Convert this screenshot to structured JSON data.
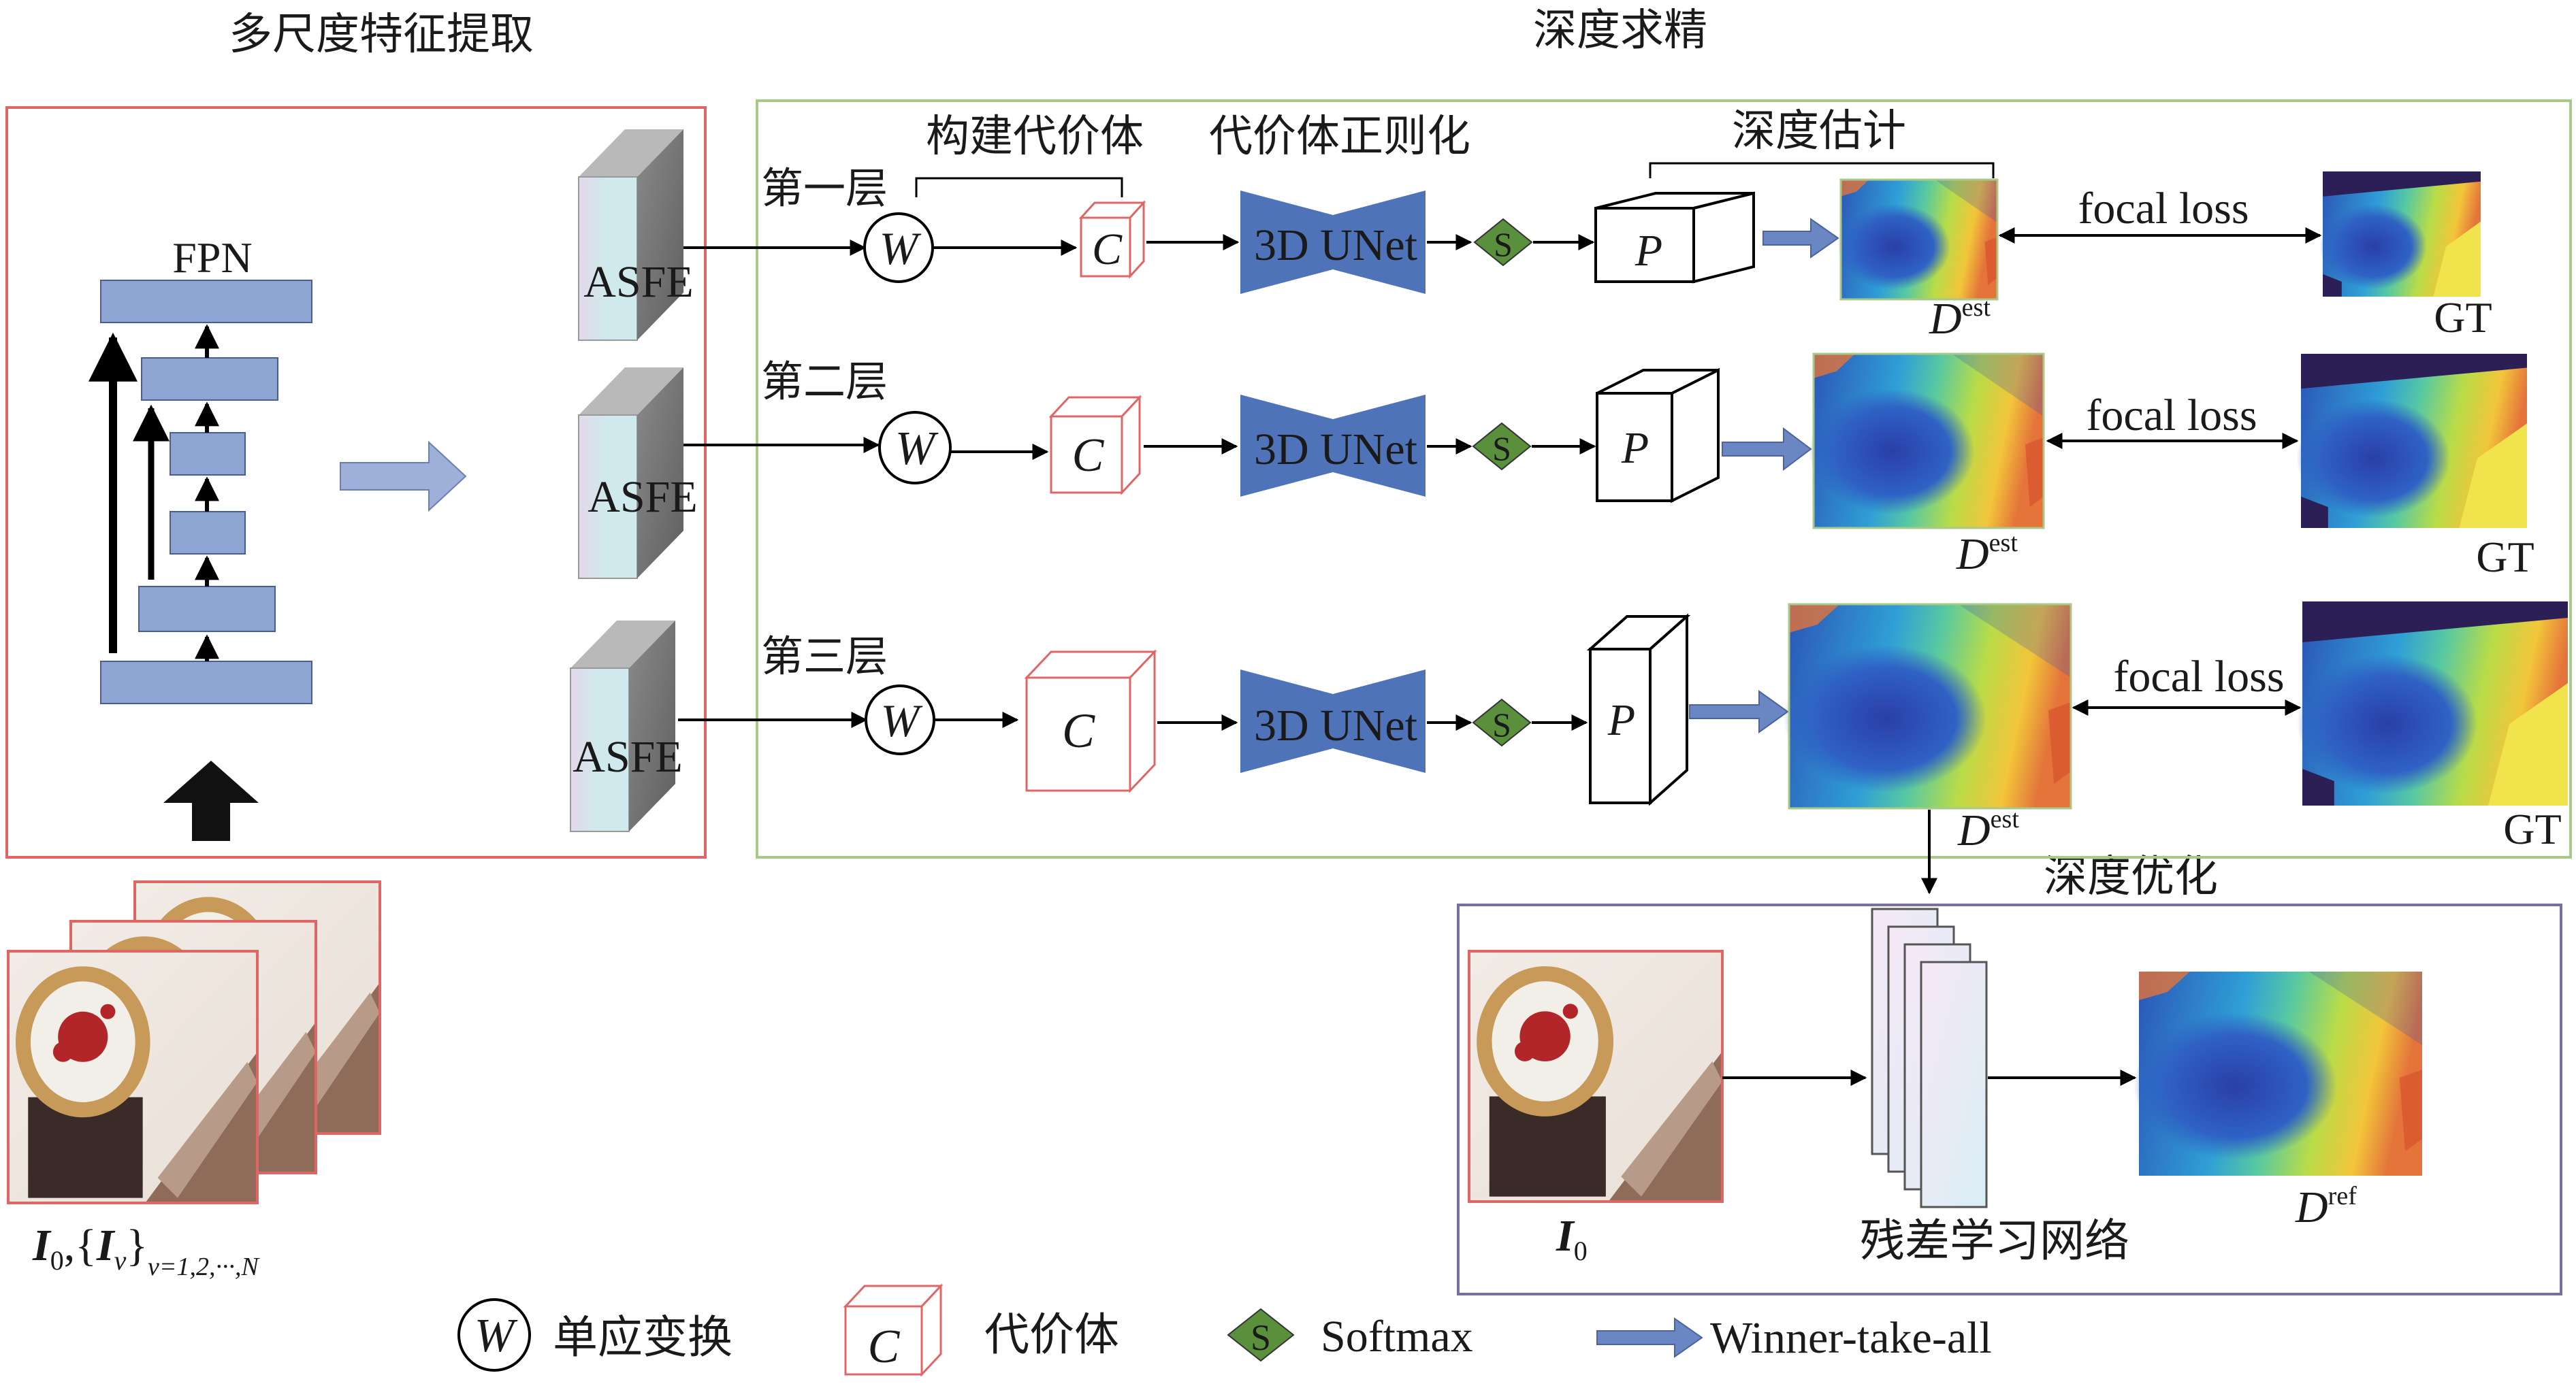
{
  "sections": {
    "feature_extraction_title": "多尺度特征提取",
    "depth_refinement_title": "深度求精",
    "depth_optimization_title": "深度优化"
  },
  "fpn": {
    "label": "FPN"
  },
  "asfe_label": "ASFE",
  "stage_headers": {
    "build_cost_volume": "构建代价体",
    "cost_volume_regularization": "代价体正则化",
    "depth_estimation": "深度估计"
  },
  "layers": [
    {
      "label": "第一层",
      "warp": "W",
      "cost": "C",
      "unet": "3D UNet",
      "softmax": "S",
      "prob": "P",
      "loss": "focal loss",
      "est_base": "D",
      "est_sup": "est",
      "gt": "GT"
    },
    {
      "label": "第二层",
      "warp": "W",
      "cost": "C",
      "unet": "3D UNet",
      "softmax": "S",
      "prob": "P",
      "loss": "focal loss",
      "est_base": "D",
      "est_sup": "est",
      "gt": "GT"
    },
    {
      "label": "第三层",
      "warp": "W",
      "cost": "C",
      "unet": "3D UNet",
      "softmax": "S",
      "prob": "P",
      "loss": "focal loss",
      "est_base": "D",
      "est_sup": "est",
      "gt": "GT"
    }
  ],
  "input": {
    "label_i": "I",
    "label_sub0": "0",
    "label_set_open": ",{",
    "label_iv": "I",
    "label_subv": "v",
    "label_set_close": "}",
    "label_range": "v=1,2,···,N"
  },
  "optimization": {
    "image_label": "I",
    "image_sub": "0",
    "network_label": "残差学习网络",
    "ref_base": "D",
    "ref_sup": "ref"
  },
  "legend": {
    "warp_symbol": "W",
    "warp_label": "单应变换",
    "cost_symbol": "C",
    "cost_label": "代价体",
    "softmax_symbol": "S",
    "softmax_label": "Softmax",
    "wta_label": "Winner-take-all"
  },
  "colors": {
    "red_frame": "#e06666",
    "green_frame": "#a9c98a",
    "purple_frame": "#7a6f9e",
    "fpn_block": "#8ea4d2",
    "unet": "#4f73b8",
    "softmax": "#5a8f3c",
    "wta_arrow": "#6a87c4"
  }
}
